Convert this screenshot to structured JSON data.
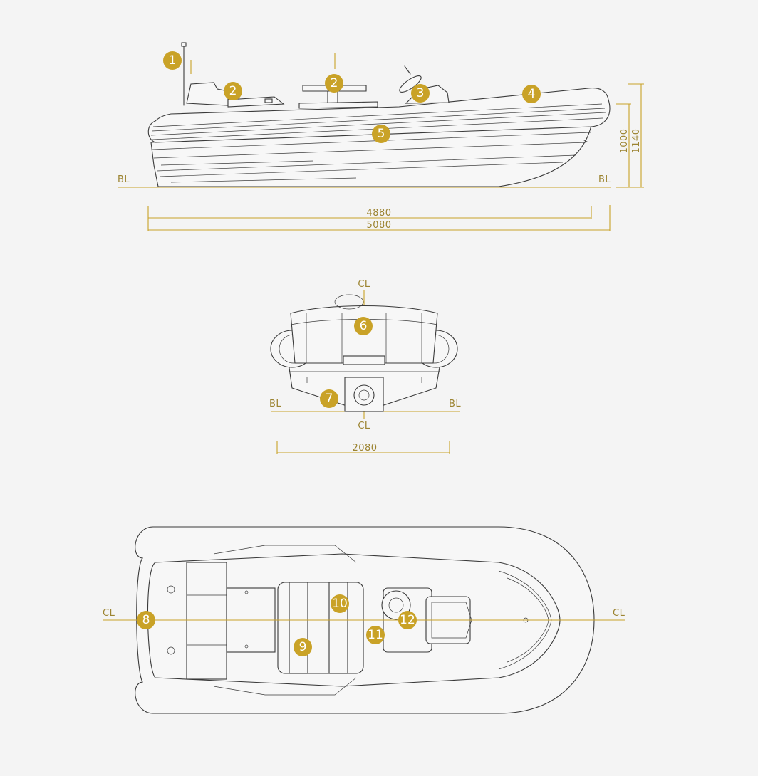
{
  "colors": {
    "background": "#f4f4f4",
    "accent": "#c9a227",
    "linework": "#3a3a3a",
    "badge_text": "#ffffff"
  },
  "side_view": {
    "baseline_left": "BL",
    "baseline_right": "BL",
    "length_hull": "4880",
    "length_overall": "5080",
    "height_1": "1000",
    "height_2": "1140",
    "badges": [
      "1",
      "2",
      "2",
      "3",
      "4",
      "5"
    ]
  },
  "stern_view": {
    "centerline_top": "CL",
    "centerline_bottom": "CL",
    "baseline_left": "BL",
    "baseline_right": "BL",
    "beam": "2080",
    "badges": [
      "6",
      "7"
    ]
  },
  "top_view": {
    "centerline_left": "CL",
    "centerline_right": "CL",
    "badges": [
      "8",
      "9",
      "10",
      "11",
      "12"
    ]
  }
}
